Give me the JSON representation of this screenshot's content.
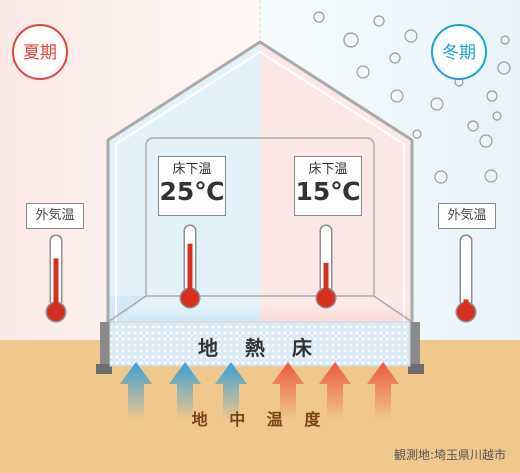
{
  "seasons": {
    "summer": "夏期",
    "winter": "冬期"
  },
  "outside": {
    "left": {
      "label": "外気温",
      "level": 0.72
    },
    "right": {
      "label": "外気温",
      "level": 0.1
    }
  },
  "underfloor": {
    "left": {
      "label": "床下温",
      "value": "25℃",
      "level": 0.78
    },
    "right": {
      "label": "床下温",
      "value": "15℃",
      "level": 0.47
    }
  },
  "floor_label": "地 熱 床",
  "ground_label": "地 中 温 度",
  "location": "観測地:埼玉県川越市",
  "colors": {
    "summer_accent": "#e0463e",
    "winter_accent": "#1ea0d8",
    "cool_arrow": "#3a9fd5",
    "warm_arrow": "#ea5a42",
    "ground": "#f0c78c",
    "house_outline": "#a9a9a9",
    "thermo_liquid": "#d72f1f"
  }
}
